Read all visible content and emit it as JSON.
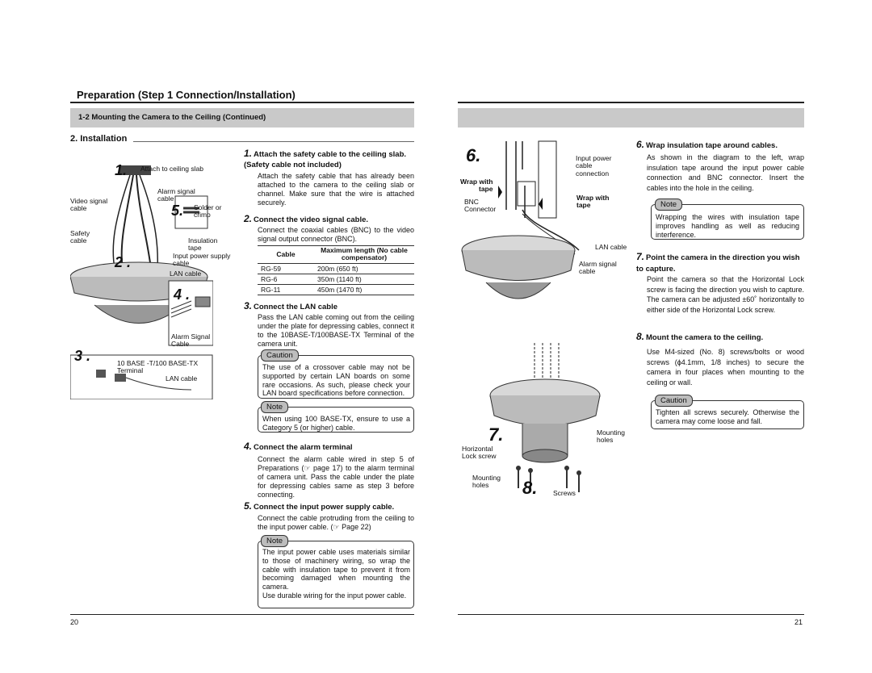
{
  "left": {
    "section_title": "Preparation (Step 1 Connection/Installation)",
    "subsection": "1-2 Mounting the Camera to the Ceiling (Continued)",
    "install_heading": "2. Installation",
    "figure": {
      "step1": "1.",
      "step2": "2 .",
      "step3": "3 .",
      "step4": "4 .",
      "step5": "5.",
      "attach": "Attach to ceiling slab",
      "alarm_cable": "Alarm signal cable",
      "video_signal": "Video signal\ncable",
      "safety_cable": "Safety\ncable",
      "solder": "Solder or\ncrimp",
      "insulation": "Insulation tape",
      "input_power": "Input power supply\ncable",
      "lan_cable": "LAN cable",
      "alarm_signal_cable": "Alarm Signal Cable",
      "base_terminal": "10 BASE -T/100 BASE-TX\nTerminal",
      "lan_cable2": "LAN cable"
    },
    "s1_num": "1.",
    "s1_head": "Attach the safety cable to the ceiling slab. (Safety cable not included)",
    "s1_text": "Attach the safety cable that has already been attached to the camera to the ceiling slab or channel. Make sure that the wire is attached securely.",
    "s2_num": "2.",
    "s2_head": "Connect the video signal cable.",
    "s2_text": "Connect the coaxial cables (BNC) to the video signal output connector (BNC).",
    "table": {
      "col1": "Cable",
      "col2": "Maximum length (No cable compensator)",
      "rows": [
        {
          "cable": "RG-59",
          "len": "200m (650 ft)"
        },
        {
          "cable": "RG-6",
          "len": "350m (1140 ft)"
        },
        {
          "cable": "RG-11",
          "len": "450m (1470 ft)"
        }
      ]
    },
    "s3_num": "3.",
    "s3_head": "Connect the LAN cable",
    "s3_text": "Pass the LAN cable coming out from the ceiling under the plate for depressing cables, connect it to the 10BASE-T/100BASE-TX Terminal of the camera unit.",
    "caution1_title": "Caution",
    "caution1_text": "The use of a crossover cable may not be supported by certain LAN boards on some rare occasions. As such, please check your LAN board specifications before connection.",
    "note1_title": "Note",
    "note1_text": "When using 100 BASE-TX, ensure to use a Category 5 (or higher) cable.",
    "s4_num": "4.",
    "s4_head": "Connect the alarm terminal",
    "s4_text": "Connect the alarm cable wired in step 5 of Preparations (☞ page 17) to the alarm terminal of camera unit. Pass the cable under the plate for depressing cables same as step 3 before connecting.",
    "s5_num": "5.",
    "s5_head": "Connect the input power supply cable.",
    "s5_text": "Connect the cable protruding from the ceiling to the input power cable. (☞ Page 22)",
    "note2_title": "Note",
    "note2_text": "The input power cable uses materials similar to those of machinery wiring, so wrap the cable with insulation tape to prevent it from becoming damaged when mounting the camera.\nUse durable wiring for the input power cable.",
    "page_number": "20"
  },
  "right": {
    "figure": {
      "step6": "6.",
      "step7": "7.",
      "step8": "8.",
      "input_power": "Input power\ncable\nconnection",
      "wrap1": "Wrap with\ntape",
      "wrap2": "Wrap with\ntape",
      "bnc": "BNC\nConnector",
      "lan": "LAN cable",
      "alarm": "Alarm signal\ncable",
      "mounting_holes": "Mounting\nholes",
      "horizontal": "Horizontal\nLock screw",
      "mounting_holes2": "Mounting\nholes",
      "screws": "Screws"
    },
    "s6_num": "6.",
    "s6_head": "Wrap insulation tape around cables.",
    "s6_text": "As shown in the diagram to the left, wrap insulation tape around the input power cable connection and BNC connector. Insert the cables into the hole in the ceiling.",
    "note_title": "Note",
    "note_text": "Wrapping the wires with insulation tape improves handling as well as reducing interference.",
    "s7_num": "7.",
    "s7_head": "Point the camera in the direction you wish to capture.",
    "s7_text": "Point the camera so that the Horizontal Lock screw is facing the direction you wish to capture. The camera can be adjusted ±60˚ horizontally to either side of the Horizontal Lock screw.",
    "s8_num": "8.",
    "s8_head": "Mount the camera to the ceiling.",
    "s8_text": "Use M4-sized (No. 8) screws/bolts or wood screws (ϕ4.1mm, 1/8 inches) to secure the camera in four places when mounting to the ceiling or wall.",
    "caution_title": "Caution",
    "caution_text": "Tighten all screws securely. Otherwise the camera may come loose and fall.",
    "page_number": "21"
  }
}
